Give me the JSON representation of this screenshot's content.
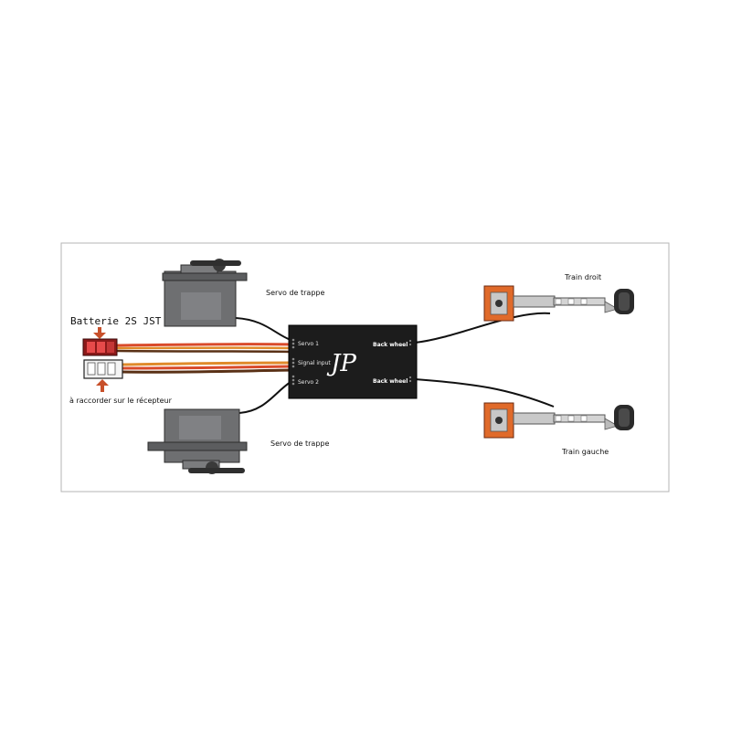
{
  "labels": {
    "servo_top": "Servo de trappe",
    "servo_bottom": "Servo de trappe",
    "battery": "Batterie 2S JST",
    "receiver": "à raccorder sur le récepteur",
    "gear_right": "Train droit",
    "gear_left": "Train gauche"
  },
  "controller": {
    "logo": "JP",
    "port_servo1": "Servo 1",
    "port_signal": "Signal input",
    "port_servo2": "Servo 2",
    "port_back1": "Back wheel",
    "port_back2": "Back wheel"
  },
  "colors": {
    "frame": "#b5b5b5",
    "controller": "#1c1c1c",
    "servo": "#6e6f71",
    "wire_red": "#d94a2a",
    "wire_orange": "#e08a2a",
    "wire_brown": "#5a3116",
    "gear_orange": "#e06a2a",
    "tire": "#2a2a2a",
    "arrow": "#c8502a"
  }
}
